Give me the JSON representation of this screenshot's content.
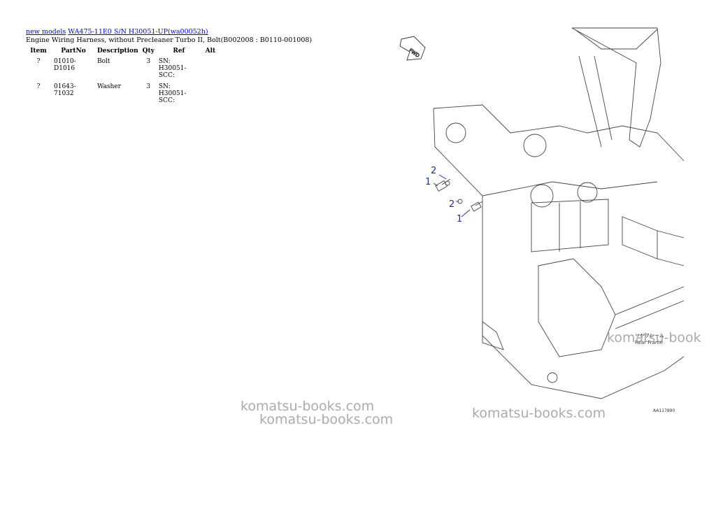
{
  "breadcrumb": {
    "new_models": "new models",
    "model": "WA475-11E0 S/N H30051-UP(wa00052h)"
  },
  "title": "Engine Wiring Harness, without Precleaner Turbo II, Bolt(B002008 : B0110-001008)",
  "table": {
    "headers": [
      "Item",
      "PartNo",
      "Description",
      "Qty",
      "Ref",
      "Alt"
    ],
    "rows": [
      {
        "item": "?",
        "partno": "01010-D1016",
        "description": "Bolt",
        "qty": "3",
        "ref": "SN: H30051-SCC:",
        "alt": ""
      },
      {
        "item": "?",
        "partno": "01643-71032",
        "description": "Washer",
        "qty": "3",
        "ref": "SN: H30051-SCC:",
        "alt": ""
      }
    ]
  },
  "diagram": {
    "fwd_label": "FWD",
    "callouts": [
      "2",
      "1",
      "2",
      "1"
    ],
    "jp_label": "リヤフレーム",
    "en_label": "Rear Frame",
    "code": "AA117890"
  },
  "watermark": "komatsu-books.com",
  "watermark_partial": "komatsu-book"
}
